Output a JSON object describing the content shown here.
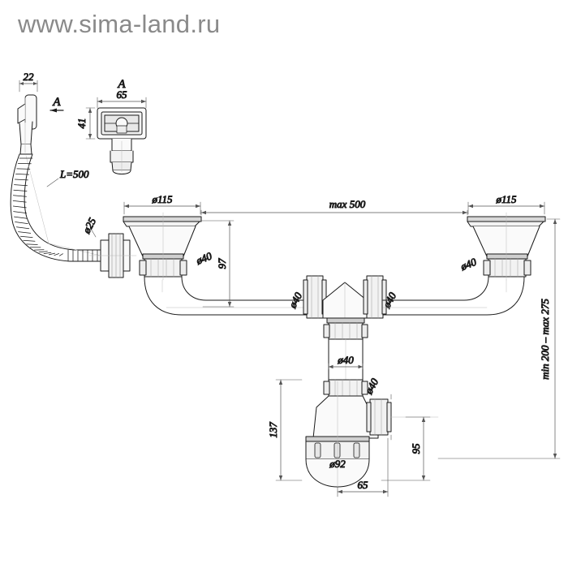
{
  "watermark": "www.sima-land.ru",
  "drawing": {
    "title": "double-bowl sink siphon assembly technical drawing",
    "view_marker": "A",
    "dimensions": {
      "hose_head_width": "22",
      "overflow_cover_width": "65",
      "overflow_cover_height": "41",
      "hose_length": "L=500",
      "hose_connector_dia": "ø25",
      "strainer_left_dia": "ø115",
      "strainer_right_dia": "ø115",
      "outlet_left_dia": "ø40",
      "outlet_right_dia": "ø40",
      "tee_left_dia": "ø40",
      "tee_right_dia": "ø40",
      "trap_inlet_dia": "ø40",
      "trap_outlet_dia": "ø40",
      "strainer_height": "97",
      "span_max": "max 500",
      "vertical_range": "min 200 – max 275",
      "trap_height": "137",
      "trap_outlet_height": "95",
      "trap_bowl_dia": "ø92",
      "trap_offset": "65"
    }
  },
  "colors": {
    "line": "#1a1a1a",
    "thin": "#555555",
    "watermark": "#8a8a8a",
    "paper": "#ffffff",
    "fill_light": "#f2f2f2"
  }
}
